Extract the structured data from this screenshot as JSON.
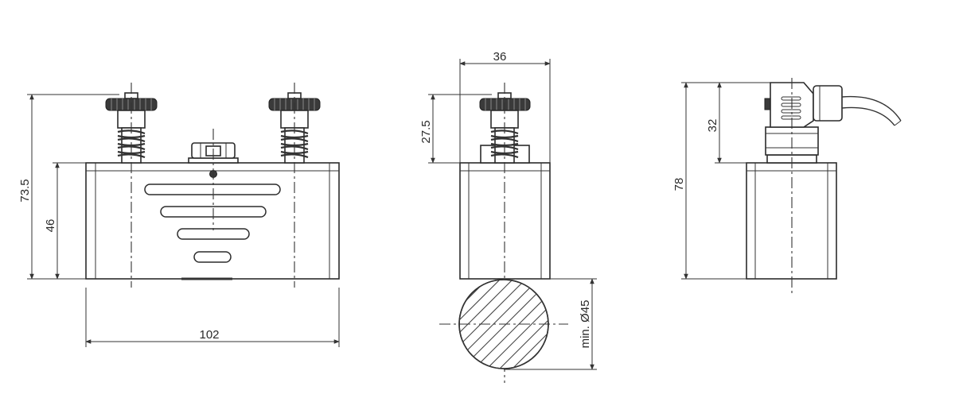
{
  "dimensions": {
    "height_total": "73.5",
    "height_body": "46",
    "width_front": "102",
    "width_side": "36",
    "height_knob": "27.5",
    "pipe_min": "min. Ø45",
    "height_right": "78",
    "height_head": "32"
  },
  "colors": {
    "line": "#2b2b2b",
    "knob": "#3a3a3a",
    "background": "#ffffff"
  }
}
